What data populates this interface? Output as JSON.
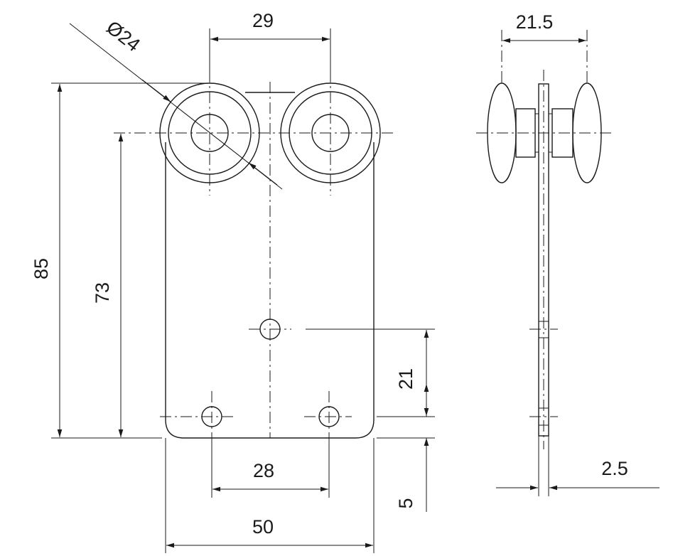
{
  "dimensions": {
    "roller_spacing": "29",
    "roller_diameter": "Ø24",
    "side_width": "21.5",
    "total_height": "85",
    "axle_height": "73",
    "hole_spacing_vertical": "21",
    "bottom_offset": "5",
    "bottom_hole_spacing": "28",
    "plate_width": "50",
    "plate_thickness": "2.5"
  },
  "colors": {
    "line": "#1a1a1a",
    "background": "#ffffff"
  }
}
